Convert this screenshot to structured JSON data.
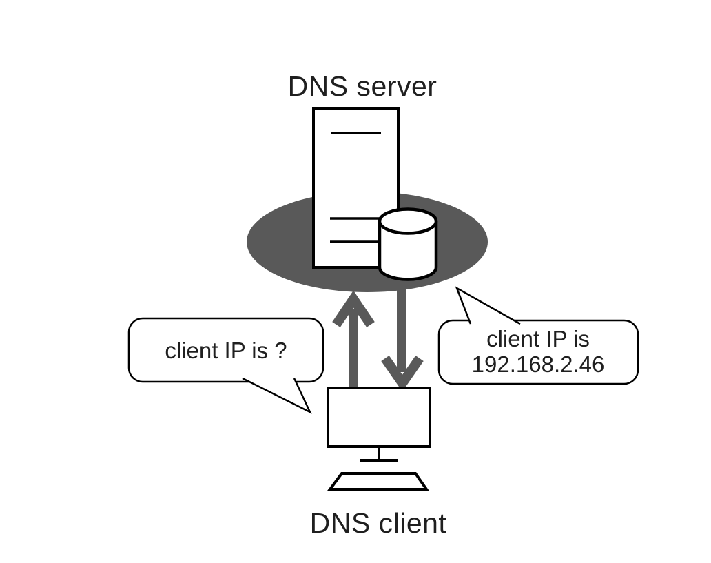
{
  "diagram": {
    "server": {
      "label": "DNS server"
    },
    "client": {
      "label": "DNS client"
    },
    "query_bubble": {
      "text": "client IP is ?"
    },
    "response_bubble": {
      "line1": "client IP is",
      "line2": "192.168.2.46"
    },
    "icons": {
      "server_icon": "server-tower-icon",
      "database_icon": "database-cylinder-icon",
      "client_icon": "desktop-monitor-icon",
      "up_arrow": "arrow-up-icon",
      "down_arrow": "arrow-down-icon"
    },
    "colors": {
      "background": "#ffffff",
      "ellipse_fill": "#595959",
      "arrow": "#595959",
      "shape_stroke": "#000000",
      "shape_fill": "#ffffff",
      "text": "#1f1f1f"
    }
  }
}
